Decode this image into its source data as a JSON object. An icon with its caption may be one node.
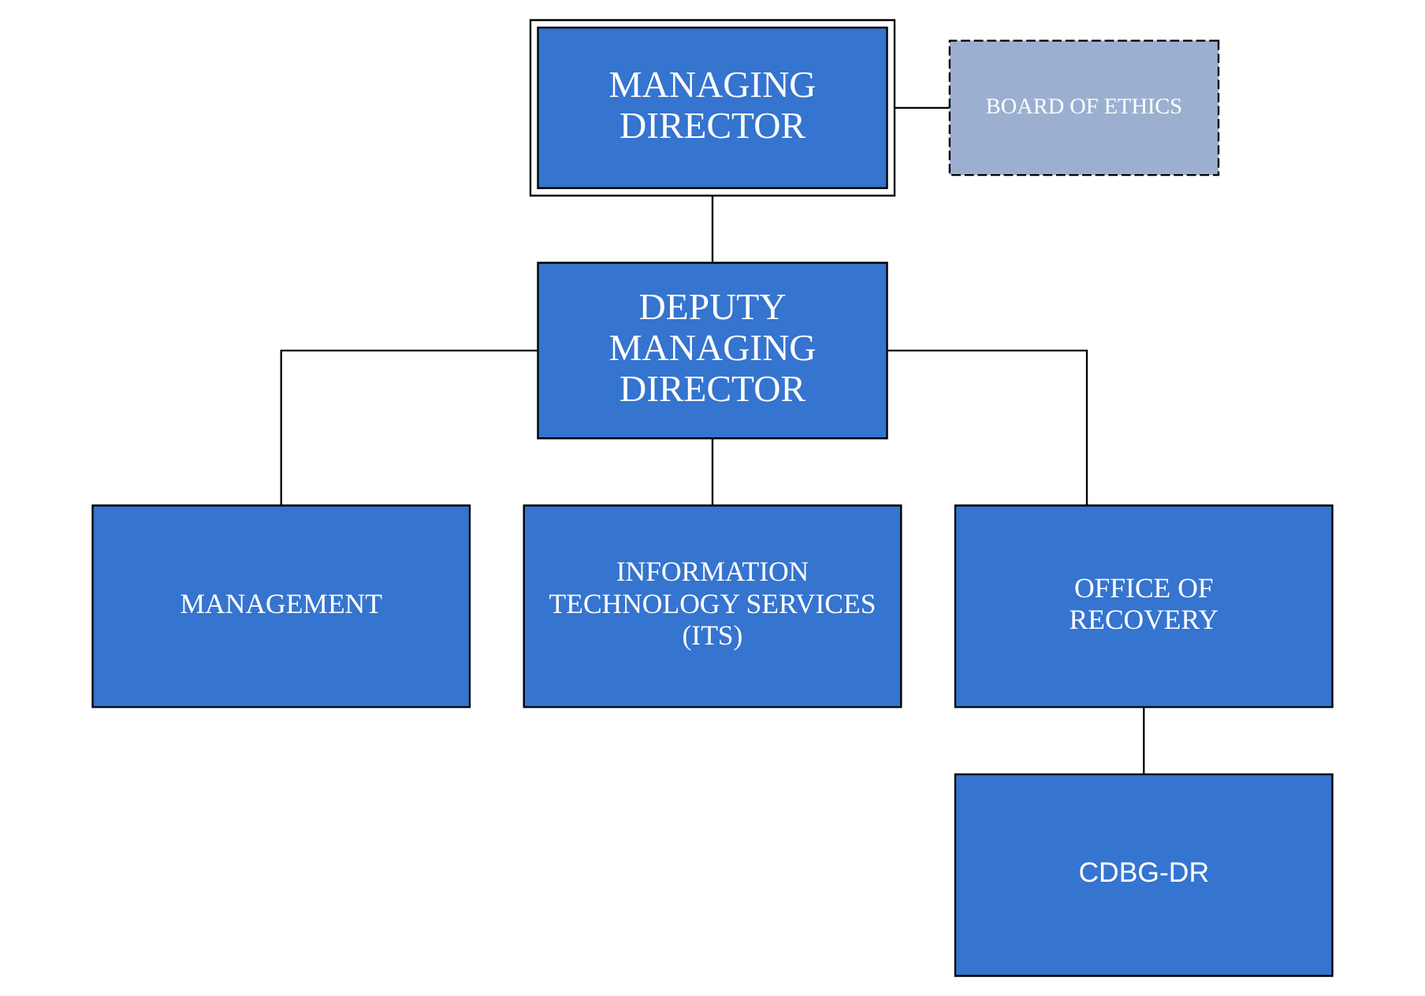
{
  "diagram": {
    "nodes": [
      {
        "text": [
          "MANAGING DIRECTOR"
        ]
      },
      {
        "text": [
          "BOARD OF ETHICS"
        ]
      },
      {
        "text": [
          "DEPUTY MANAGING DIRECTOR"
        ]
      },
      {
        "text": [
          "MANAGEMENT"
        ]
      },
      {
        "text": [
          "INFORMATION TECHNOLOGY SERVICES (ITS)"
        ]
      },
      {
        "text": [
          "OFFICE OF RECOVERY"
        ]
      },
      {
        "text": [
          "CDBG-DR"
        ]
      }
    ],
    "edges": [
      {
        "from": 0,
        "to": 1,
        "arrow": "none"
      },
      {
        "from": 0,
        "to": 2,
        "arrow": "none"
      },
      {
        "from": 2,
        "to": 3,
        "arrow": "none"
      },
      {
        "from": 2,
        "to": 4,
        "arrow": "none"
      },
      {
        "from": 2,
        "to": 5,
        "arrow": "none"
      },
      {
        "from": 5,
        "to": 6,
        "arrow": "none"
      }
    ]
  }
}
